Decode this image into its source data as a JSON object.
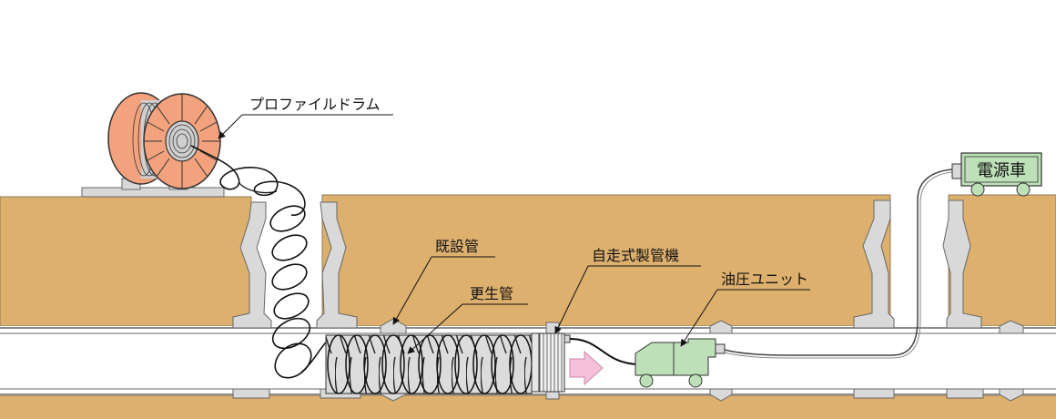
{
  "labels": {
    "drum": "プロファイルドラム",
    "existing_pipe": "既設管",
    "renewal_pipe": "更生管",
    "machine": "自走式製管機",
    "hydraulic_unit": "油圧ユニット",
    "power_vehicle": "電源車"
  },
  "colors": {
    "ground": "#DDB06E",
    "ground_edge": "#8F7A56",
    "concrete": "#D9D9D9",
    "drum": "#F2A27C",
    "unit": "#BEE0B9",
    "arrow": "#F6C0DA"
  }
}
